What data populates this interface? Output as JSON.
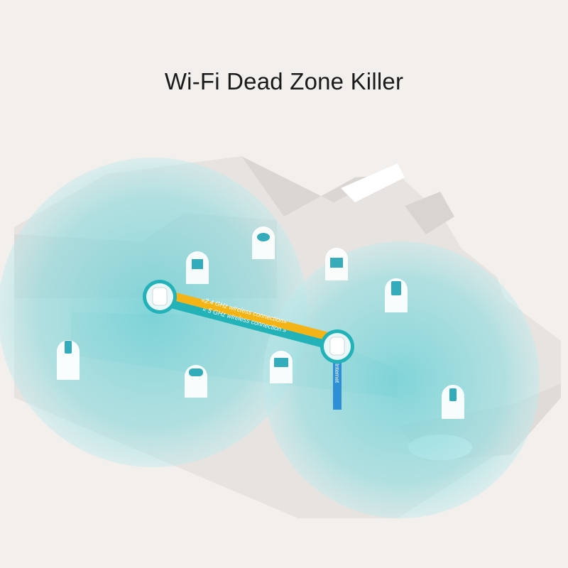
{
  "title": "Wi-Fi Dead Zone Killer",
  "connections": {
    "band_24": "«2.4 GHz wireless connection»",
    "band_5": "« 5 GHz wireless connection »",
    "internet": "Internet"
  },
  "devices": [
    "phone",
    "game-controller",
    "tv",
    "cloud-storage",
    "pc",
    "monitor",
    "tablet",
    "phone"
  ],
  "colors": {
    "background": "#f2efed",
    "coverage": "#7fd8dc",
    "band_24": "#f5b416",
    "band_5": "#22b2b8",
    "internet": "#2f8fd6"
  }
}
